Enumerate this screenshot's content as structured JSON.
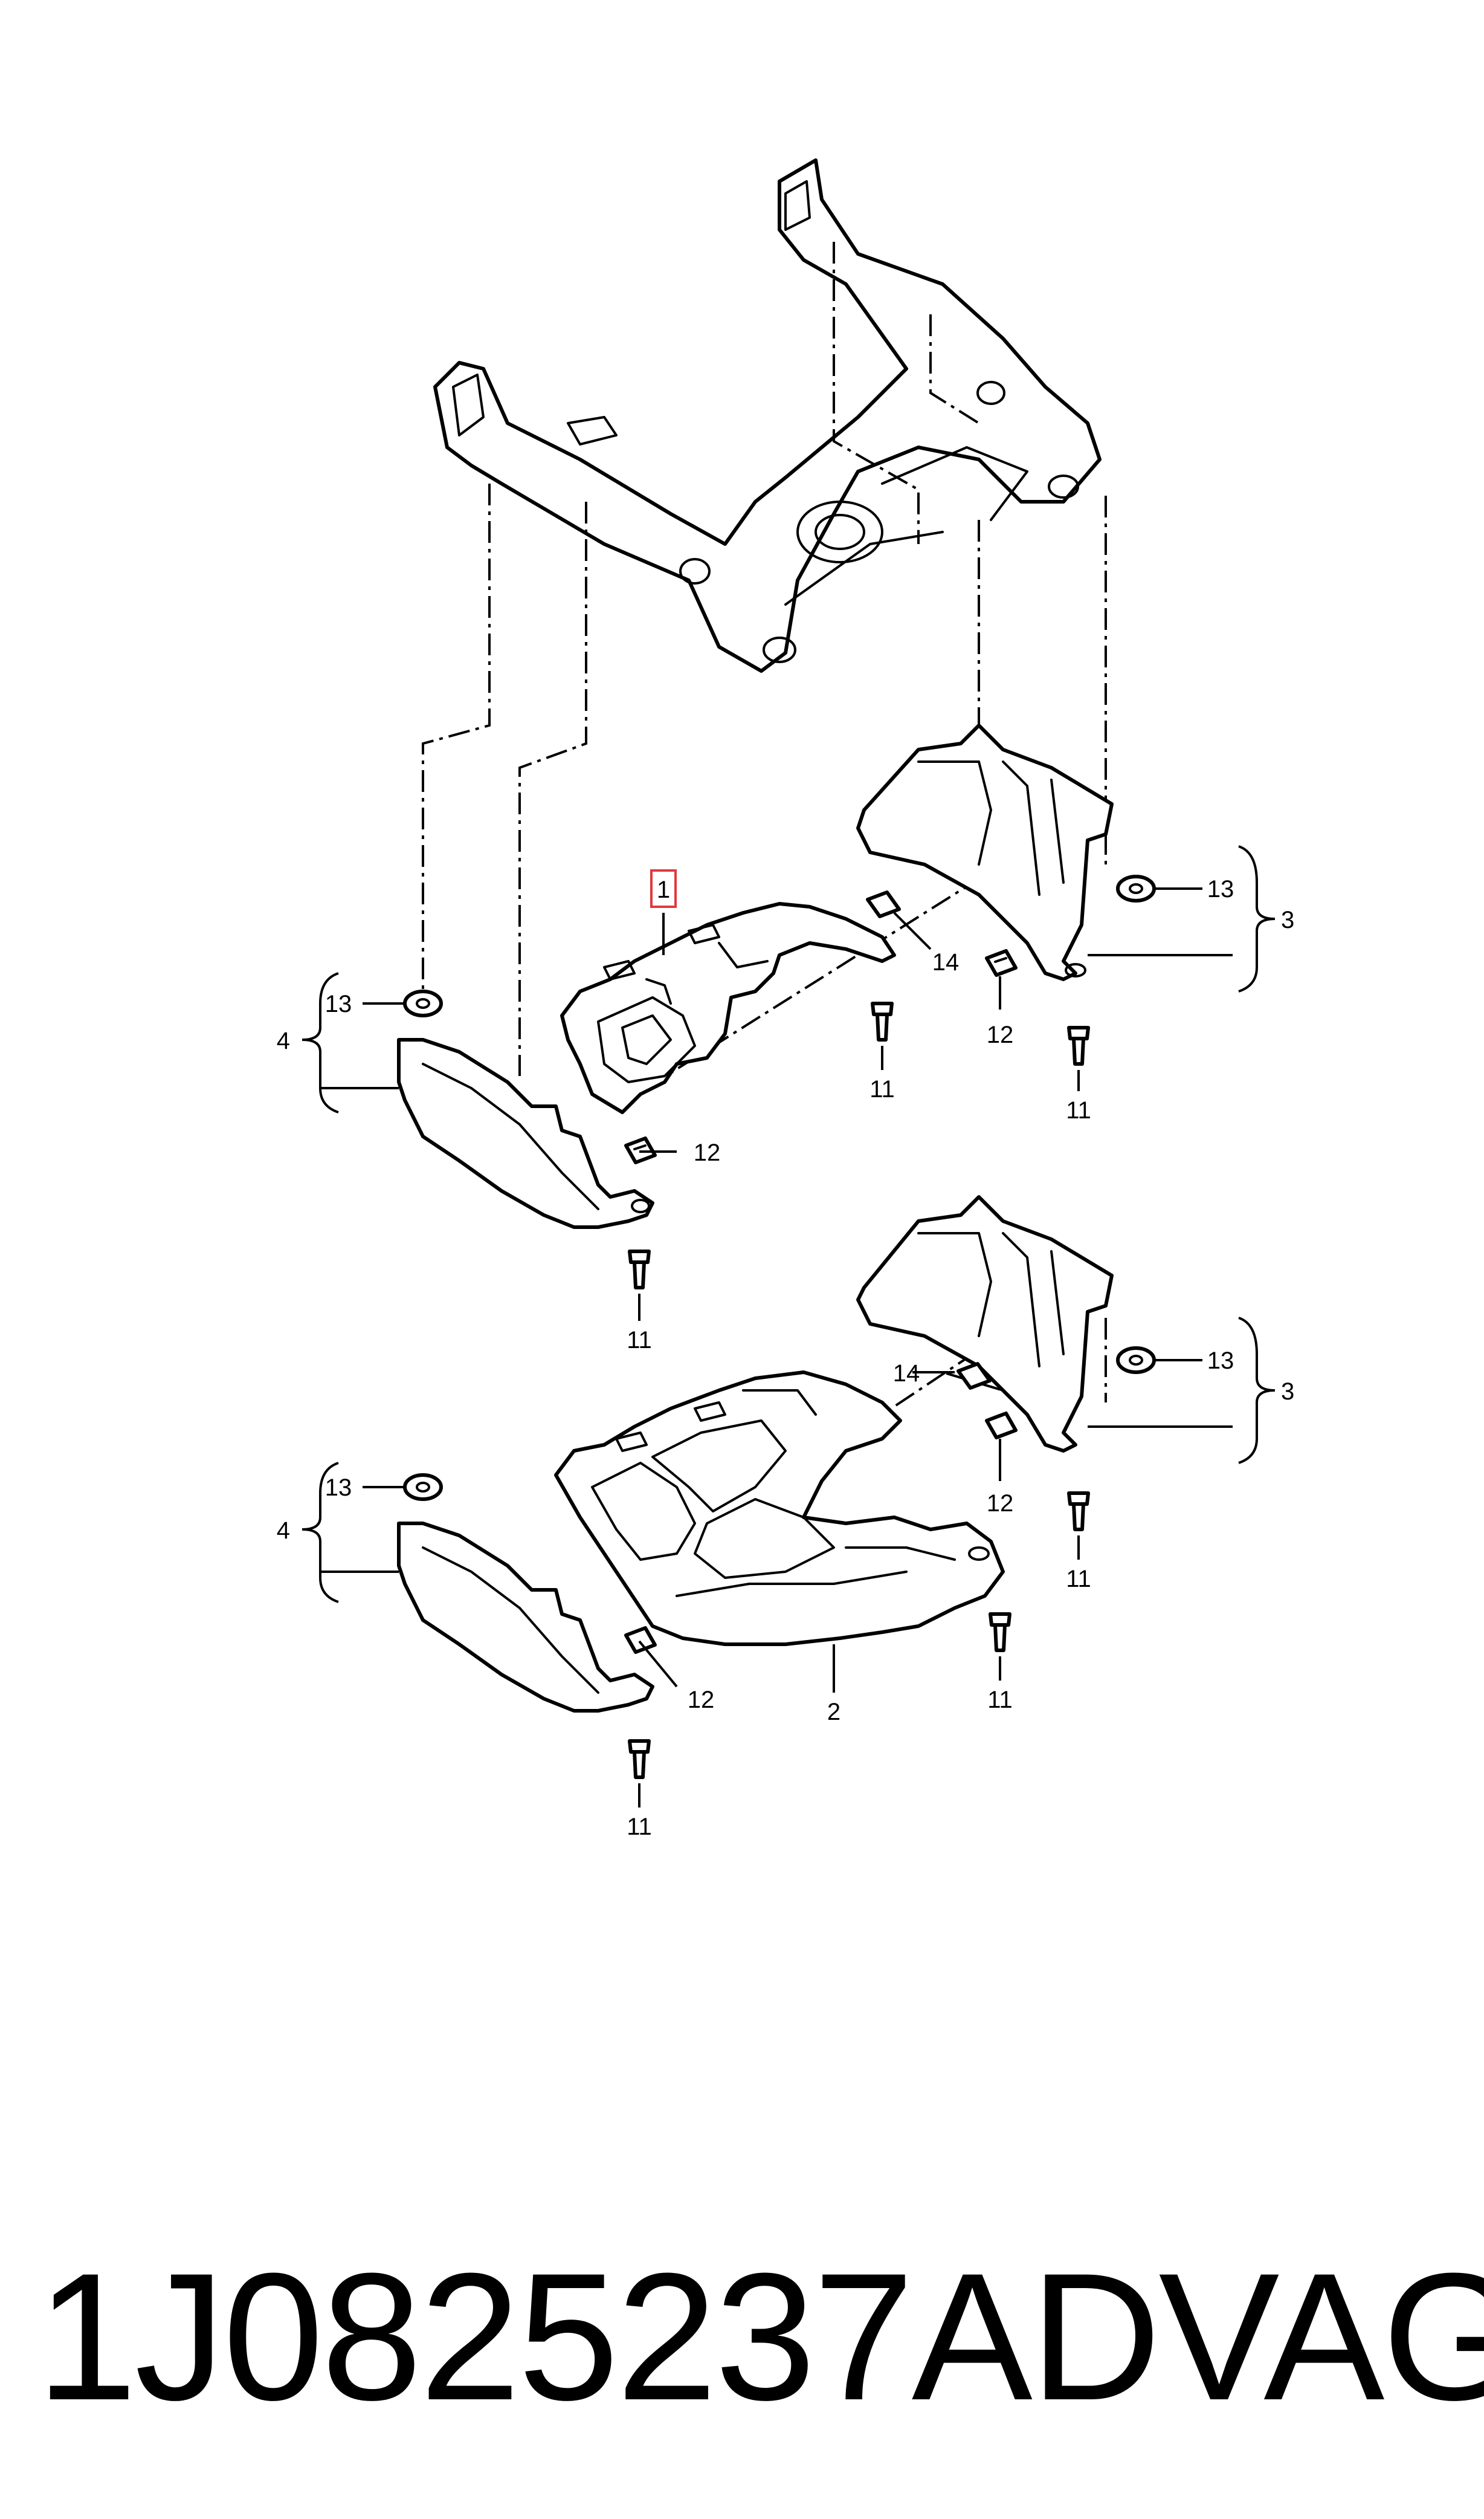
{
  "callouts": {
    "c1": "1",
    "c2": "2",
    "c3": "3",
    "c4": "4",
    "c11": "11",
    "c12": "12",
    "c13": "13",
    "c14": "14"
  },
  "highlight": {
    "part_number": "1",
    "color": "#e0393e"
  },
  "caption": {
    "part_code": "1J0825237AD",
    "brand": "VAG"
  },
  "colors": {
    "line": "#000000",
    "background": "#ffffff",
    "highlight": "#e0393e"
  }
}
